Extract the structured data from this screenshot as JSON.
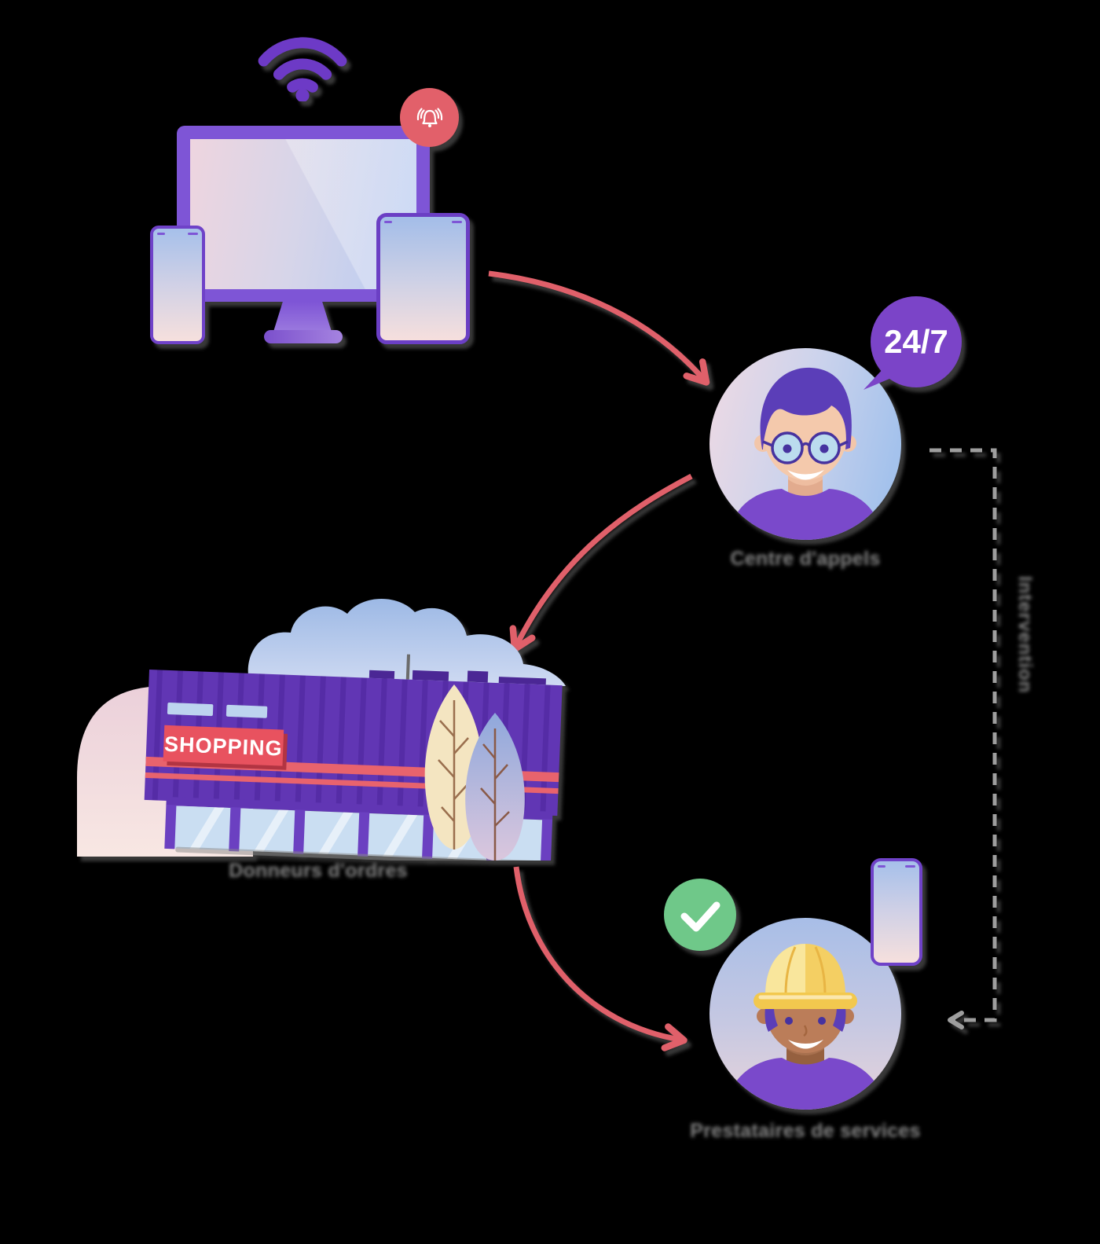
{
  "scene": {
    "background_color": "#000000",
    "palette": {
      "purple_accent": "#6f42c8",
      "purple_dark": "#5b3eb8",
      "coral_red": "#e0606a",
      "green_success": "#6fc889",
      "gray_connector": "#9e9e9e",
      "gray_caption": "#868686",
      "building_purple": "#6136b4",
      "sign_red": "#e8525f",
      "hat_yellow": "#f4cf63"
    }
  },
  "devices_group": {
    "items": [
      "desktop-monitor",
      "smartphone",
      "tablet"
    ],
    "icons": [
      "wifi-icon",
      "alarm-bell-icon"
    ]
  },
  "agent": {
    "badge_label": "24/7",
    "label": "Centre d'appels"
  },
  "building": {
    "sign_label": "SHOPPING",
    "label": "Donneurs d'ordres"
  },
  "provider": {
    "icons": [
      "check-icon",
      "smartphone"
    ],
    "label": "Prestataires de services"
  },
  "flow": {
    "vertical_label": "Intervention"
  }
}
